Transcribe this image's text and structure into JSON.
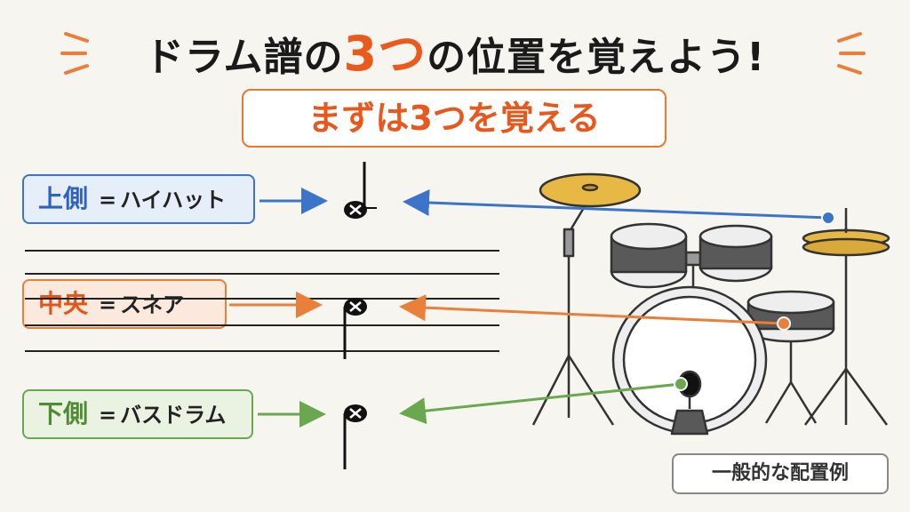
{
  "header": {
    "title_before": "ドラム譜の",
    "title_number": "3つ",
    "title_after": "の位置を覚えよう!",
    "subtitle": "まずは3つを覚える"
  },
  "positions": [
    {
      "position": "上側",
      "equals": "=",
      "instrument": "ハイハット",
      "color": "#3b74c9"
    },
    {
      "position": "中央",
      "equals": "=",
      "instrument": "スネア",
      "color": "#ea7f3a"
    },
    {
      "position": "下側",
      "equals": "=",
      "instrument": "バスドラム",
      "color": "#6aa84f"
    }
  ],
  "footer": {
    "note": "一般的な配置例"
  },
  "colors": {
    "accent": "#ea5a1c",
    "hihat": "#3b74c9",
    "snare": "#ea7f3a",
    "bass": "#6aa84f"
  }
}
